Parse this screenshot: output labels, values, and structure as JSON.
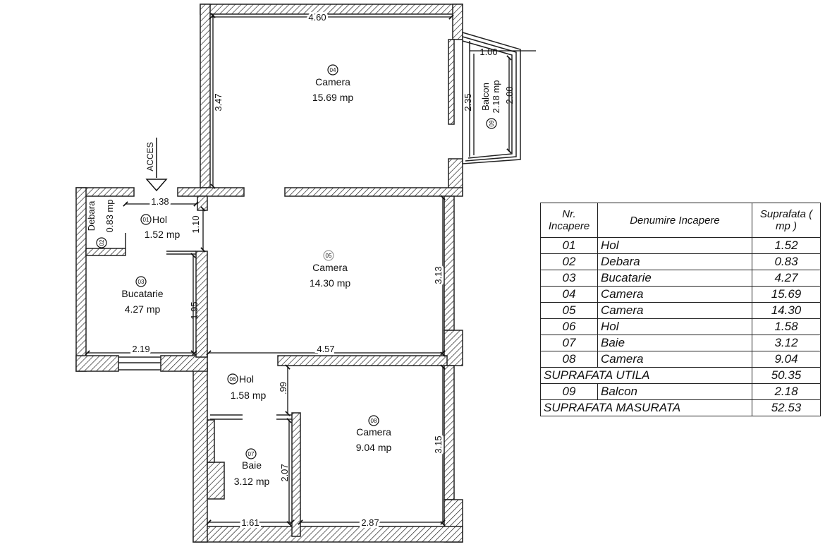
{
  "rooms": {
    "camera_04": {
      "num": "04",
      "name": "Camera",
      "area": "15.69 mp"
    },
    "balcon_09": {
      "num": "09",
      "name": "Balcon",
      "area": "2.18 mp"
    },
    "hol_01": {
      "num": "01",
      "name": "Hol",
      "area": "1.52 mp"
    },
    "debara_02": {
      "num": "02",
      "name": "Debara",
      "area": "0.83 mp"
    },
    "camera_05": {
      "num": "05",
      "name": "Camera",
      "area": "14.30 mp"
    },
    "bucatarie_03": {
      "num": "03",
      "name": "Bucatarie",
      "area": "4.27 mp"
    },
    "hol_06": {
      "num": "06",
      "name": "Hol",
      "area": "1.58 mp"
    },
    "baie_07": {
      "num": "07",
      "name": "Baie",
      "area": "3.12 mp"
    },
    "camera_08": {
      "num": "08",
      "name": "Camera",
      "area": "9.04 mp"
    }
  },
  "access_label": "ACCES",
  "dimensions": {
    "top_460": "4.60",
    "balcony_100": "1.00",
    "balcony_235": "2.35",
    "balcony_200": "2.00",
    "left_347": "3.47",
    "hall_138": "1.38",
    "hall_110": "1.10",
    "right_313": "3.13",
    "kitchen_195": "1.95",
    "kitchen_219": "2.19",
    "middle_457": "4.57",
    "hall_99": ".99",
    "bath_207": "2.07",
    "right_315": "3.15",
    "bottom_161": "1.61",
    "bottom_287": "2.87"
  },
  "table": {
    "headers": {
      "nr": "Nr. Incapere",
      "name": "Denumire Incapere",
      "area": "Suprafata ( mp )"
    },
    "rows": [
      {
        "nr": "01",
        "name": "Hol",
        "area": "1.52"
      },
      {
        "nr": "02",
        "name": "Debara",
        "area": "0.83"
      },
      {
        "nr": "03",
        "name": "Bucatarie",
        "area": "4.27"
      },
      {
        "nr": "04",
        "name": "Camera",
        "area": "15.69"
      },
      {
        "nr": "05",
        "name": "Camera",
        "area": "14.30"
      },
      {
        "nr": "06",
        "name": "Hol",
        "area": "1.58"
      },
      {
        "nr": "07",
        "name": "Baie",
        "area": "3.12"
      },
      {
        "nr": "08",
        "name": "Camera",
        "area": "9.04"
      }
    ],
    "total_util": {
      "label": "SUPRAFATA UTILA",
      "area": "50.35"
    },
    "balcony_row": {
      "nr": "09",
      "name": "Balcon",
      "area": "2.18"
    },
    "total_measured": {
      "label": "SUPRAFATA MASURATA",
      "area": "52.53"
    }
  }
}
